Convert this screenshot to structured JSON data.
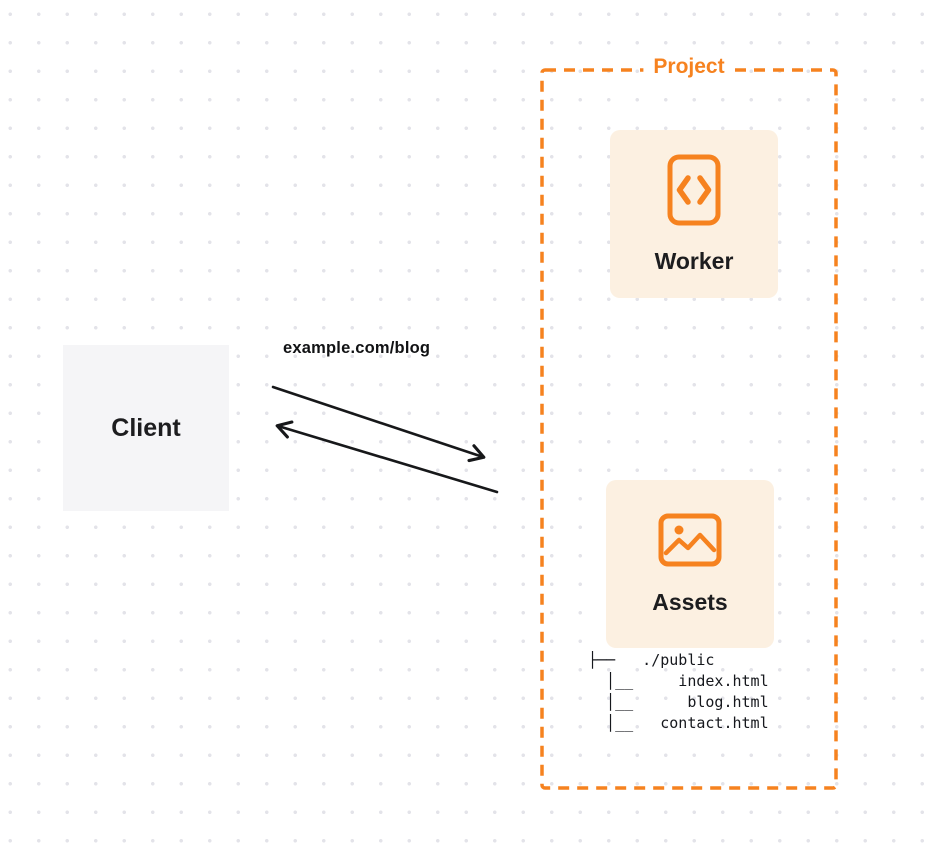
{
  "diagram": {
    "client": {
      "label": "Client"
    },
    "request_label": "example.com/blog",
    "project": {
      "title": "Project",
      "worker": {
        "label": "Worker",
        "icon": "code-brackets-icon"
      },
      "assets": {
        "label": "Assets",
        "icon": "image-icon",
        "file_tree": "├──   ./public\n  │__     index.html\n  │__      blog.html\n  │__   contact.html"
      }
    },
    "colors": {
      "accent_orange": "#F6821F",
      "card_background": "#FCF0E1",
      "client_background": "#F5F5F7",
      "text_dark": "#1D1D1F",
      "dot_grid": "#E3E3E9"
    }
  }
}
